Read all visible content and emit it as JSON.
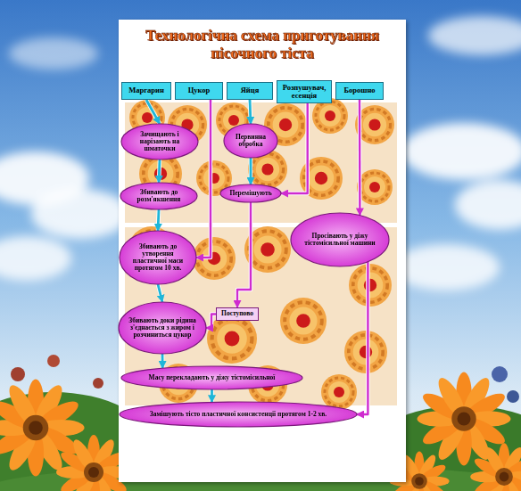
{
  "diagram": {
    "title": "Технологічна схема приготування пісочного тіста",
    "nodes": [
      {
        "text": [
          "Маргарин"
        ]
      },
      {
        "text": [
          "Цукор"
        ]
      },
      {
        "text": [
          "Яйця"
        ]
      },
      {
        "text": [
          "Розпушувач, есенція"
        ]
      },
      {
        "text": [
          "Борошно"
        ]
      },
      {
        "text": [
          "Зачищають і нарізають на шматочки"
        ]
      },
      {
        "text": [
          "Первинна обробка"
        ]
      },
      {
        "text": [
          "Збивають до розм'якшення"
        ]
      },
      {
        "text": [
          "Перемішують"
        ]
      },
      {
        "text": [
          "Просівають у діжу тістомісильної машини"
        ]
      },
      {
        "text": [
          "Збивають до утворення пластичної маси протягом 10 хв."
        ]
      },
      {
        "text": [
          "Збивають доки рідина з'єднається з жиром і розчиниться цукор"
        ]
      },
      {
        "text": [
          "Поступово"
        ]
      },
      {
        "text": [
          "Масу перекладають у діжу тістомісильної"
        ]
      },
      {
        "text": [
          "Замішують тісто пластичної консистенції протягом 1-2 хв."
        ]
      }
    ],
    "edges": [
      {
        "from": 0,
        "to": 5,
        "arrow": "to"
      },
      {
        "from": 1,
        "to": 10,
        "arrow": "to"
      },
      {
        "from": 2,
        "to": 6,
        "arrow": "to"
      },
      {
        "from": 6,
        "to": 8,
        "arrow": "to"
      },
      {
        "from": 3,
        "to": 8,
        "arrow": "to"
      },
      {
        "from": 5,
        "to": 7,
        "arrow": "to"
      },
      {
        "from": 7,
        "to": 10,
        "arrow": "to"
      },
      {
        "from": 10,
        "to": 11,
        "arrow": "to"
      },
      {
        "from": 8,
        "to": 12,
        "arrow": "to"
      },
      {
        "from": 12,
        "to": 11,
        "arrow": "to"
      },
      {
        "from": 11,
        "to": 13,
        "arrow": "to"
      },
      {
        "from": 13,
        "to": 14,
        "arrow": "to"
      },
      {
        "from": 4,
        "to": 9,
        "arrow": "to"
      },
      {
        "from": 9,
        "to": 14,
        "arrow": "to"
      }
    ]
  }
}
